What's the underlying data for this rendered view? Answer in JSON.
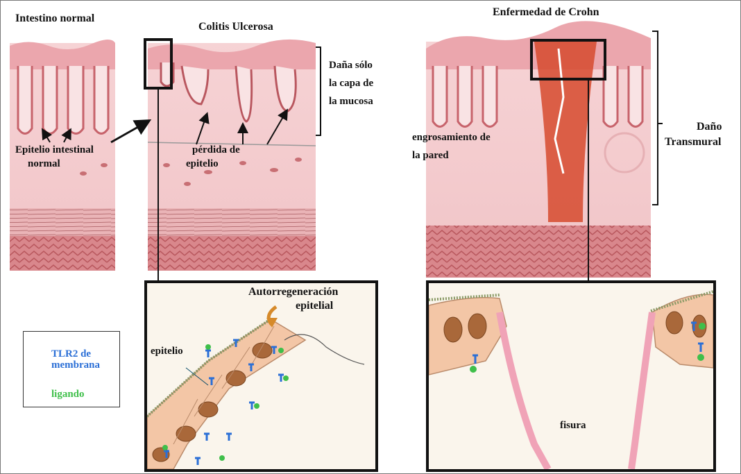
{
  "panels": {
    "normal": {
      "title": "Intestino normal",
      "label_line1": "Epitelio intestinal",
      "label_line2": "normal"
    },
    "uc": {
      "title": "Colitis Ulcerosa",
      "damage_line1": "Daña sólo",
      "damage_line2": "la capa de",
      "damage_line3": "la mucosa",
      "loss_line1": "pérdida de",
      "loss_line2": "epitelio"
    },
    "crohn": {
      "title": "Enfermedad de Crohn",
      "thick_line1": "engrosamiento de",
      "thick_line2": "la pared",
      "damage_line1": "Daño",
      "damage_line2": "Transmural"
    }
  },
  "zoom_left": {
    "regen_line1": "Autorregeneración",
    "regen_line2": "epitelial",
    "epithelium": "epitelio"
  },
  "zoom_right": {
    "fissure": "fisura"
  },
  "legend": {
    "receptor_line1": "TLR2  de",
    "receptor_line2": "membrana",
    "ligand": "ligando"
  },
  "colors": {
    "tissue": "#f3c9cc",
    "mucosa": "#e79aa2",
    "muscle": "#c96f74",
    "crohn_damage": "#d64a2e",
    "cell": "#f3c6a6",
    "nucleus": "#a9683a",
    "receptor": "#2b6fd6",
    "ligand": "#3fbf4a",
    "arrow": "#d68a2a"
  }
}
